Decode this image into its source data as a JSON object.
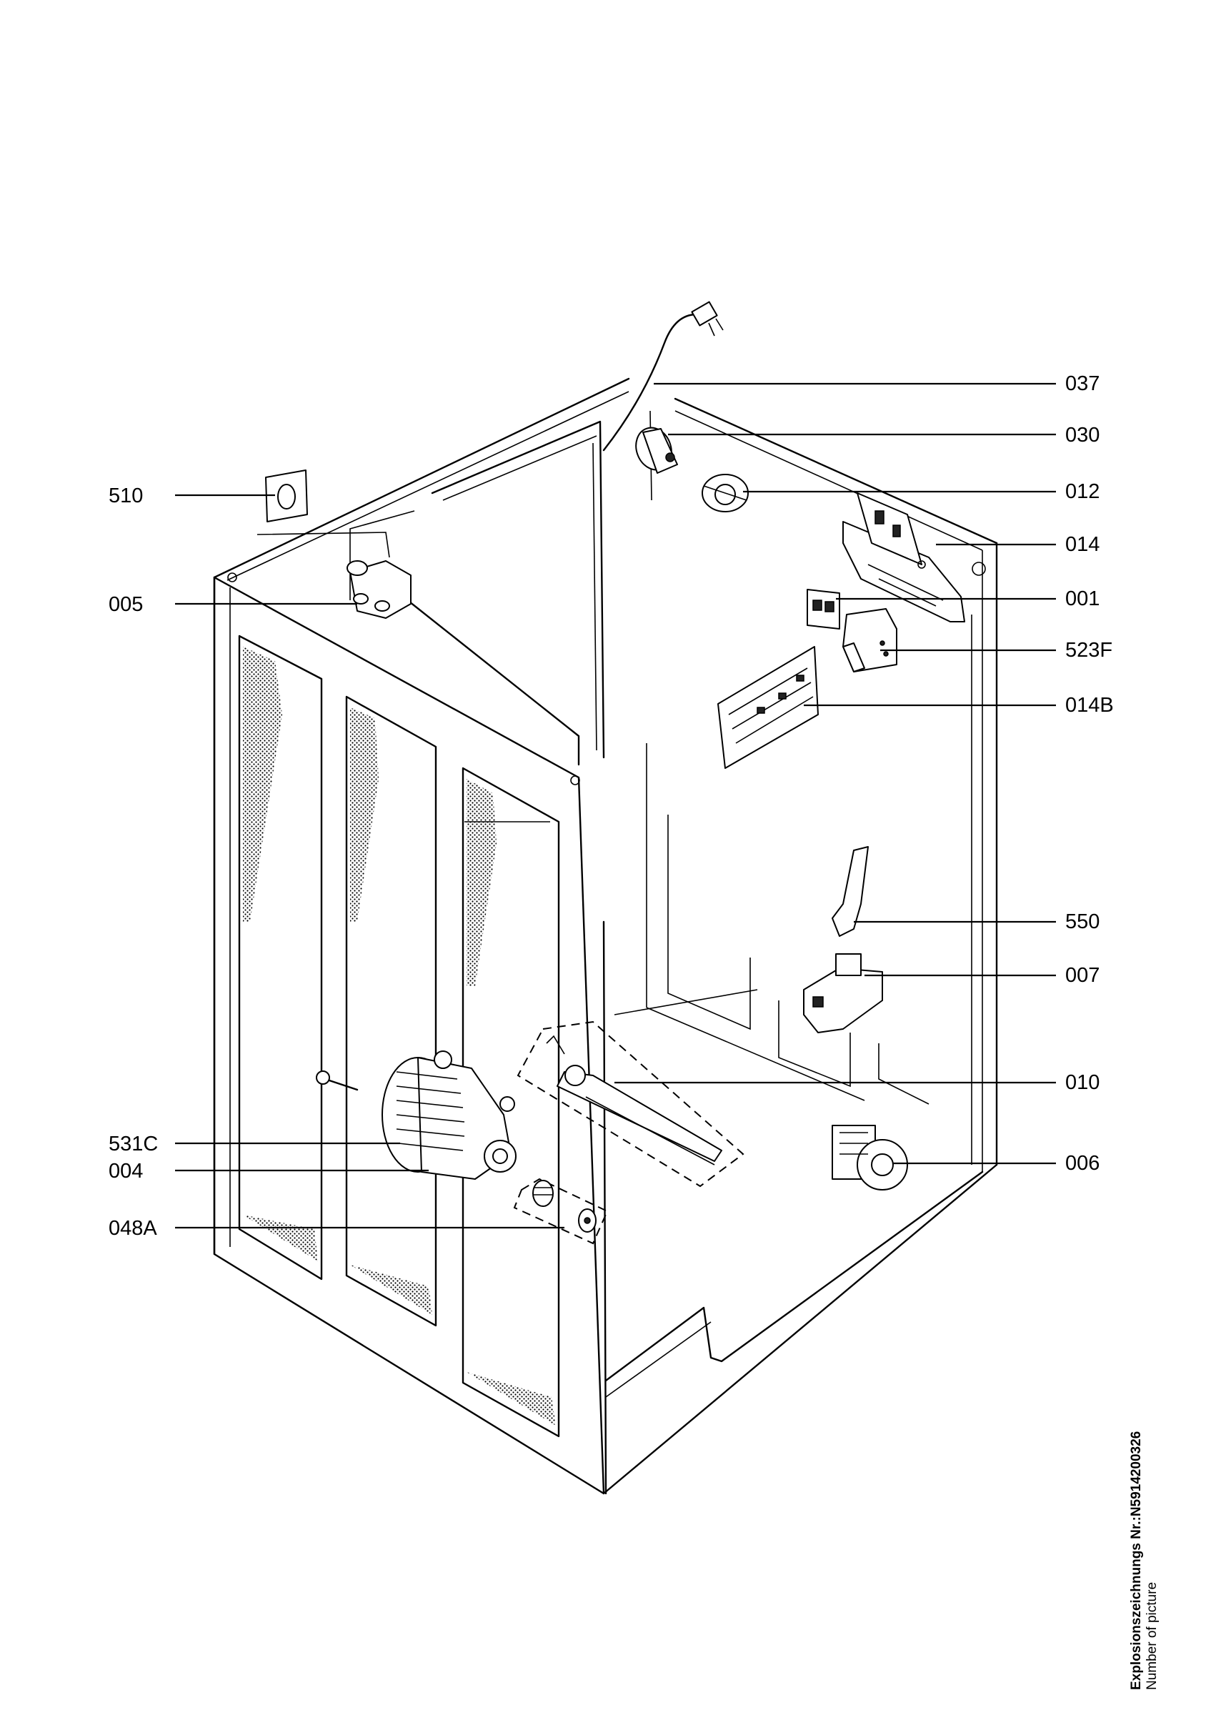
{
  "callouts": [
    {
      "id": "037",
      "label": "037"
    },
    {
      "id": "030",
      "label": "030"
    },
    {
      "id": "012",
      "label": "012"
    },
    {
      "id": "014",
      "label": "014"
    },
    {
      "id": "001",
      "label": "001"
    },
    {
      "id": "523F",
      "label": "523F"
    },
    {
      "id": "014B",
      "label": "014B"
    },
    {
      "id": "550",
      "label": "550"
    },
    {
      "id": "007",
      "label": "007"
    },
    {
      "id": "010",
      "label": "010"
    },
    {
      "id": "006",
      "label": "006"
    },
    {
      "id": "510",
      "label": "510"
    },
    {
      "id": "005",
      "label": "005"
    },
    {
      "id": "531C",
      "label": "531C"
    },
    {
      "id": "004",
      "label": "004"
    },
    {
      "id": "048A",
      "label": "048A"
    }
  ],
  "footer": {
    "title": "Explosionszeichnungs Nr.:N5914200326",
    "subtitle": "Number of picture"
  },
  "colors": {
    "line": "#000000",
    "background": "#ffffff"
  }
}
